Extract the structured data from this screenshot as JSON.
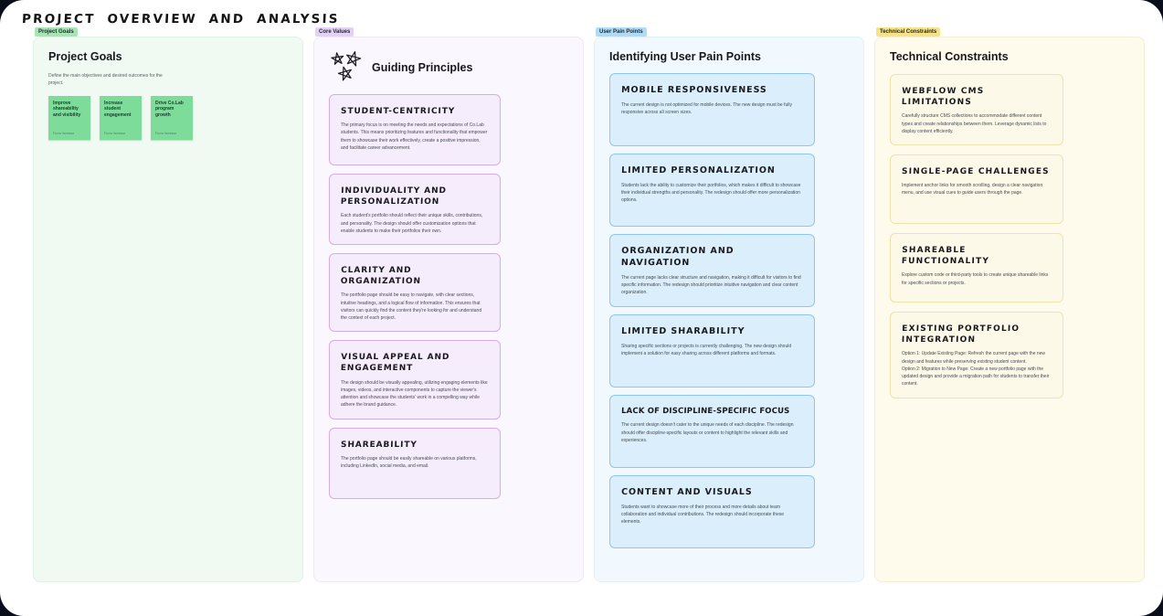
{
  "board_title": "PROJECT OVERVIEW AND ANALYSIS",
  "colors": {
    "sticky_green": "#7edc9b",
    "goals_section_bg": "#f0faf3",
    "principles_card_bg": "#f6edfc",
    "principles_card_border": "#d4acee",
    "painpoints_card_bg": "#daeefb",
    "painpoints_card_border": "#8dc6ee",
    "constraints_card_bg": "#fdf9e9",
    "constraints_card_border": "#f0e2ad"
  },
  "columns": [
    {
      "tag": "Project Goals",
      "title": "Project Goals",
      "description": "Define the main objectives and desired outcomes for the project.",
      "stickies": [
        {
          "text": "Improve shareability and visibility",
          "author": "Fiona Vanessa"
        },
        {
          "text": "Increase student engagement",
          "author": "Fiona Vanessa"
        },
        {
          "text": "Drive Co.Lab program growth",
          "author": "Fiona Vanessa"
        }
      ]
    },
    {
      "tag": "Core Values",
      "title": "Guiding Principles",
      "icon": "stars-icon",
      "cards": [
        {
          "title": "STUDENT-CENTRICITY",
          "body": "The primary focus is on meeting the needs and expectations of Co.Lab students. This means prioritizing features and functionality that empower them to showcase their work effectively, create a positive impression, and facilitate career advancement."
        },
        {
          "title": "INDIVIDUALITY AND PERSONALIZATION",
          "body": "Each student's portfolio should reflect their unique skills, contributions, and personality. The design should offer customization options that enable students to make their portfolios their own."
        },
        {
          "title": "CLARITY AND ORGANIZATION",
          "body": "The portfolio page should be easy to navigate, with clear sections, intuitive headings, and a logical flow of information. This ensures that visitors can quickly find the content they're looking for and understand the context of each project."
        },
        {
          "title": "VISUAL APPEAL AND ENGAGEMENT",
          "body": "The design should be visually appealing, utilizing engaging elements like images, videos, and interactive components to capture the viewer's attention and showcase the students' work in a compelling way while adhere the brand guidance."
        },
        {
          "title": "SHAREABILITY",
          "body": "The portfolio page should be easily shareable on various platforms, including LinkedIn, social media, and email."
        }
      ]
    },
    {
      "tag": "User Pain Points",
      "title": "Identifying User Pain Points",
      "cards": [
        {
          "title": "MOBILE RESPONSIVENESS",
          "body": "The current design is not optimized for mobile devices. The new design must be fully responsive across all screen sizes."
        },
        {
          "title": "LIMITED PERSONALIZATION",
          "body": "Students lack the ability to customize their portfolios, which makes it difficult to showcase their individual strengths and personality. The redesign should offer more personalization options."
        },
        {
          "title": "ORGANIZATION AND NAVIGATION",
          "body": "The current page lacks clear structure and navigation, making it difficult for visitors to find specific information. The redesign should prioritize intuitive navigation and clear content organization."
        },
        {
          "title": "LIMITED SHARABILITY",
          "body": "Sharing specific sections or projects is currently challenging. The new design should implement a solution for easy sharing across different platforms and formats."
        },
        {
          "title": "LACK OF DISCIPLINE-SPECIFIC FOCUS",
          "body": "The current design doesn't cater to the unique needs of each discipline. The redesign should offer discipline-specific layouts or content to highlight the relevant skills and experiences."
        },
        {
          "title": "CONTENT AND VISUALS",
          "body": "Students want to showcase more of their process and more details about team collaboration and individual contributions. The redesign should incorporate these elements."
        }
      ]
    },
    {
      "tag": "Technical Constraints",
      "title": "Technical Constraints",
      "cards": [
        {
          "title": "WEBFLOW CMS LIMITATIONS",
          "body": "Carefully structure CMS collections to accommodate different content types and create relationships between them. Leverage dynamic lists to display content efficiently."
        },
        {
          "title": "SINGLE-PAGE CHALLENGES",
          "body": "Implement anchor links for smooth scrolling, design a clear navigation menu, and use visual cues to guide users through the page."
        },
        {
          "title": "SHAREABLE FUNCTIONALITY",
          "body": "Explore custom code or third-party tools to create unique shareable links for specific sections or projects."
        },
        {
          "title": "EXISTING PORTFOLIO INTEGRATION",
          "body": "Option 1: Update Existing Page: Refresh the current page with the new design and features while preserving existing student content.\nOption 2: Migration to New Page: Create a new portfolio page with the updated design and provide a migration path for students to transfer their content."
        }
      ]
    }
  ]
}
